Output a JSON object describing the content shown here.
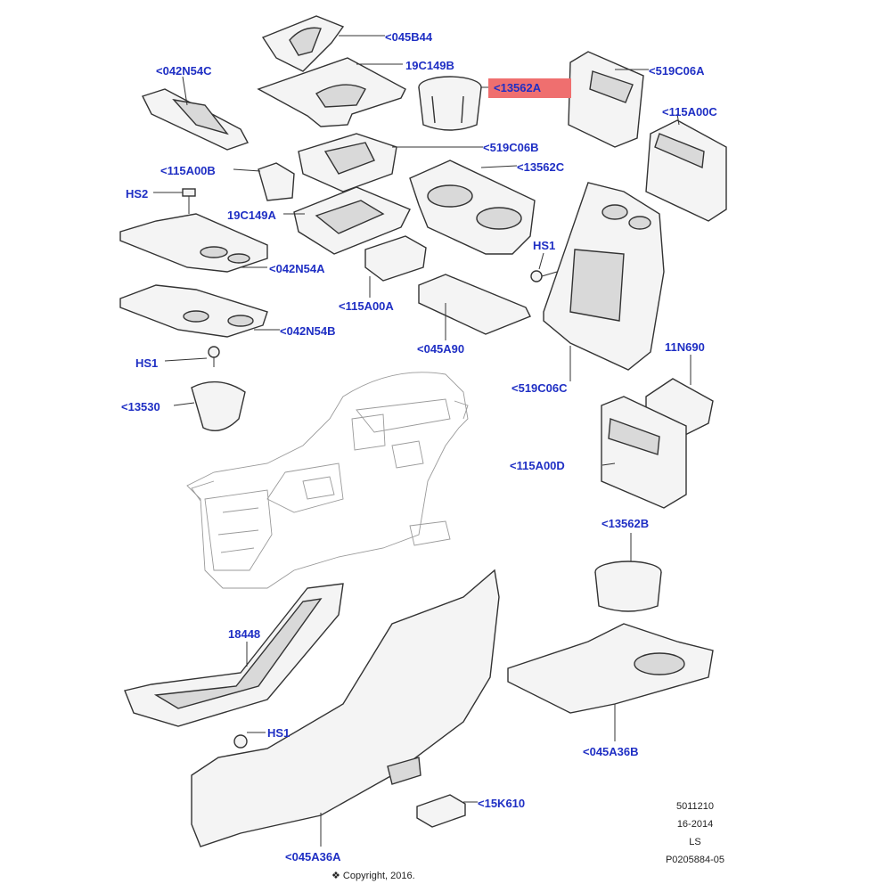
{
  "diagram": {
    "labels": [
      {
        "id": "045b44",
        "text": "<045B44"
      },
      {
        "id": "19c149b",
        "text": "19C149B"
      },
      {
        "id": "042n54c",
        "text": "<042N54C"
      },
      {
        "id": "13562a",
        "text": "<13562A",
        "highlighted": true,
        "highlight_color": "#ef6f6f"
      },
      {
        "id": "519c06a",
        "text": "<519C06A"
      },
      {
        "id": "115a00c",
        "text": "<115A00C"
      },
      {
        "id": "519c06b",
        "text": "<519C06B"
      },
      {
        "id": "115a00b",
        "text": "<115A00B"
      },
      {
        "id": "13562c",
        "text": "<13562C"
      },
      {
        "id": "hs2",
        "text": "HS2"
      },
      {
        "id": "19c149a",
        "text": "19C149A"
      },
      {
        "id": "hs1-right",
        "text": "HS1"
      },
      {
        "id": "042n54a",
        "text": "<042N54A"
      },
      {
        "id": "115a00a",
        "text": "<115A00A"
      },
      {
        "id": "042n54b",
        "text": "<042N54B"
      },
      {
        "id": "045a90",
        "text": "<045A90"
      },
      {
        "id": "11n690",
        "text": "11N690"
      },
      {
        "id": "hs1-left",
        "text": "HS1"
      },
      {
        "id": "519c06c",
        "text": "<519C06C"
      },
      {
        "id": "13530",
        "text": "<13530"
      },
      {
        "id": "115a00d",
        "text": "<115A00D"
      },
      {
        "id": "13562b",
        "text": "<13562B"
      },
      {
        "id": "18448",
        "text": "18448"
      },
      {
        "id": "hs1-bottom",
        "text": "HS1"
      },
      {
        "id": "045a36b",
        "text": "<045A36B"
      },
      {
        "id": "15k610",
        "text": "<15K610"
      },
      {
        "id": "045a36a",
        "text": "<045A36A"
      }
    ],
    "colors": {
      "label": "#1f2fc4",
      "highlight": "#ef6f6f",
      "line": "#333333"
    }
  },
  "footer": {
    "ref_line1": "5011210",
    "ref_line2": "16-2014",
    "ref_line3": "LS",
    "ref_line4": "P0205884-05",
    "copyright": "❖ Copyright, 2016."
  }
}
